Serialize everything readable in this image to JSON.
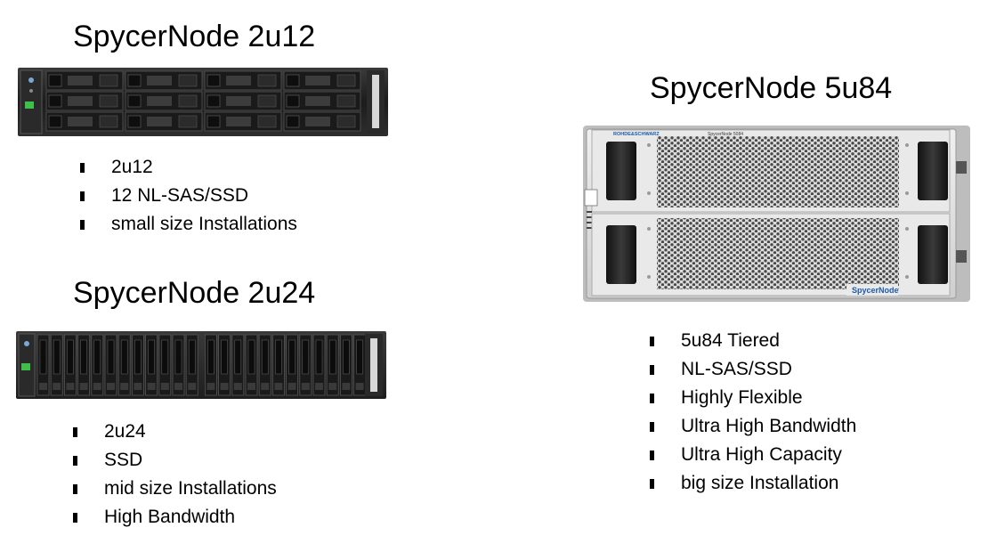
{
  "products": [
    {
      "title": "SpycerNode 2u12",
      "features": [
        "2u12",
        "12 NL-SAS/SSD",
        "small size Installations"
      ]
    },
    {
      "title": "SpycerNode 2u24",
      "features": [
        "2u24",
        "SSD",
        "mid size Installations",
        "High Bandwidth"
      ]
    },
    {
      "title": "SpycerNode 5u84",
      "features": [
        "5u84 Tiered",
        "NL-SAS/SSD",
        "Highly Flexible",
        "Ultra High Bandwidth",
        "Ultra High Capacity",
        "big size Installation"
      ]
    }
  ],
  "device_labels": {
    "u84_brand": "ROHDE&SCHWARZ",
    "u84_model": "SpycerNode 5084",
    "u84_logo": "SpycerNode"
  }
}
